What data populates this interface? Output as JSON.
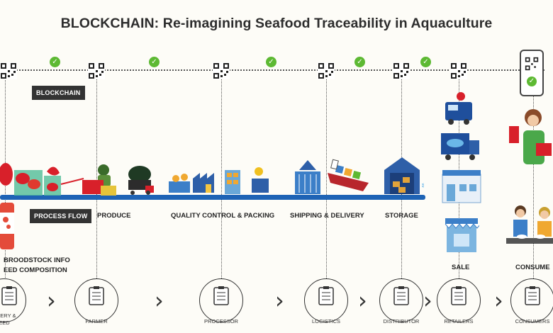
{
  "title": "BLOCKCHAIN: Re-imagining Seafood Traceability in Aquaculture",
  "tags": {
    "blockchain": "BLOCKCHAIN",
    "process_flow": "PROCESS FLOW"
  },
  "stages": {
    "produce": "PRODUCE",
    "qc_packing": "QUALITY CONTROL & PACKING",
    "shipping": "SHIPPING & DELIVERY",
    "storage": "STORAGE",
    "sale": "SALE",
    "consume": "CONSUME"
  },
  "hatchery_notes": {
    "line1": "BROODSTOCK INFO",
    "line2": "EED COMPOSITION"
  },
  "actors": {
    "hatchery_l1": "CHERY &",
    "hatchery_l2": "EED",
    "farmer": "FARMER",
    "processor": "PROCESSOR",
    "logistics": "LOGISTICS",
    "distributor": "DISTRIBUTOR",
    "retailers": "RETAILERS",
    "consumers": "CONSUMERS"
  },
  "icons": {
    "check": "check-circle-icon",
    "qr": "qr-code-icon",
    "clipboard": "clipboard-icon",
    "chevron": "chevron-right-icon"
  },
  "colors": {
    "belt": "#1e63b5",
    "check": "#5db933",
    "tag_bg": "#333333"
  }
}
